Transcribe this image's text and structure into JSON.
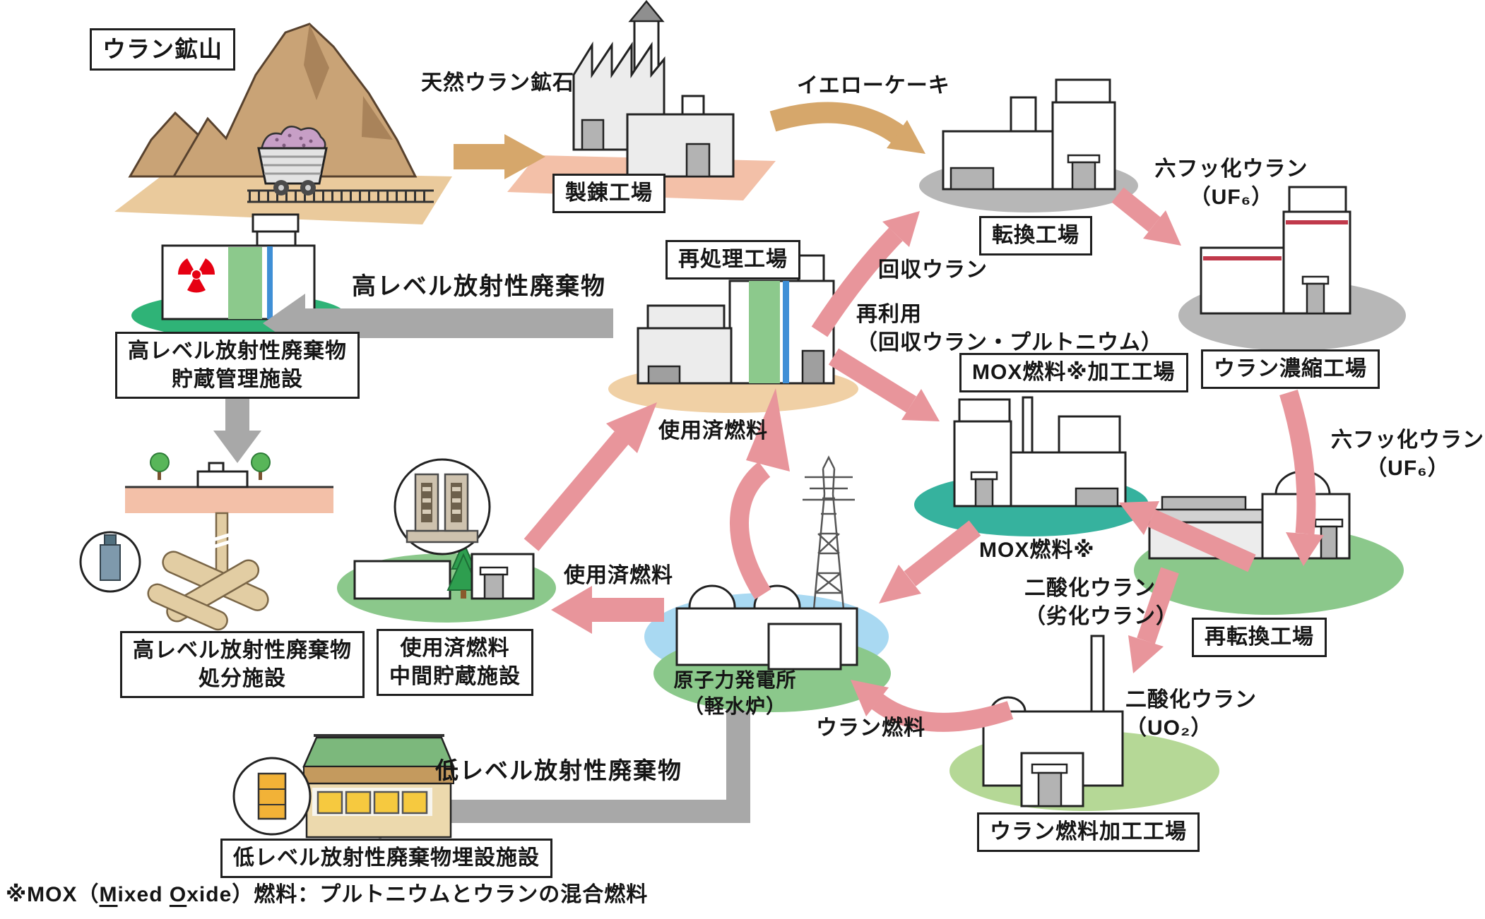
{
  "facilities": {
    "uranium_mine": {
      "label": "ウラン鉱山"
    },
    "refining_plant": {
      "label": "製錬工場"
    },
    "conversion_plant": {
      "label": "転換工場"
    },
    "enrichment_plant": {
      "label": "ウラン濃縮工場"
    },
    "reprocessing_plant": {
      "label": "再処理工場"
    },
    "mox_fuel_plant": {
      "label": "MOX燃料※加工工場"
    },
    "hlw_storage": {
      "label": "高レベル放射性廃棄物\n貯蔵管理施設"
    },
    "hlw_disposal": {
      "label": "高レベル放射性廃棄物\n処分施設"
    },
    "spent_fuel_storage": {
      "label": "使用済燃料\n中間貯蔵施設"
    },
    "reconversion_plant": {
      "label": "再転換工場"
    },
    "fuel_fab_plant": {
      "label": "ウラン燃料加工工場"
    },
    "llw_burial": {
      "label": "低レベル放射性廃棄物埋設施設"
    },
    "npp": {
      "label": "原子力発電所\n（軽水炉）"
    }
  },
  "flows": {
    "natural_uranium_ore": "天然ウラン鉱石",
    "yellowcake": "イエローケーキ",
    "uf6_top": "六フッ化ウラン\n（UF₆）",
    "recovered_uranium": "回収ウラン",
    "reuse": "再利用\n（回収ウラン・プルトニウム）",
    "hlw": "高レベル放射性廃棄物",
    "spent_fuel_to_reprocessing": "使用済燃料",
    "spent_fuel_to_storage": "使用済燃料",
    "uf6_right": "六フッ化ウラン\n（UF₆）",
    "mox_fuel": "MOX燃料※",
    "uo2_depleted": "二酸化ウラン\n（劣化ウラン）",
    "uo2": "二酸化ウラン\n（UO₂）",
    "uranium_fuel": "ウラン燃料",
    "llw": "低レベル放射性廃棄物"
  },
  "footnote": {
    "prefix": "※MOX（",
    "m": "M",
    "mid": "ixed ",
    "o": "O",
    "suffix": "xide）燃料：プルトニウムとウランの混合燃料"
  },
  "colors": {
    "pink_arrow": "#E8959B",
    "tan_arrow": "#D6A76B",
    "gray_arrow": "#A8A8A8",
    "radiation_red": "#E60012",
    "stripe_green": "#8CC98C",
    "stripe_blue": "#3F8FD6",
    "stripe_red": "#C0394B",
    "ellipse_gray": "#B7B7B7",
    "ellipse_tan": "#F0D0A5",
    "ellipse_green": "#8BC88B",
    "ellipse_emerald": "#2FB377",
    "ellipse_teal": "#36B29E",
    "ellipse_lightgreen": "#B5D896",
    "ellipse_blue": "#A9D9F2",
    "ground_sand": "#EACA9C",
    "ground_pink": "#F3C0A8",
    "mountain_brown": "#C9A376",
    "mountain_shadow": "#A9835A"
  }
}
